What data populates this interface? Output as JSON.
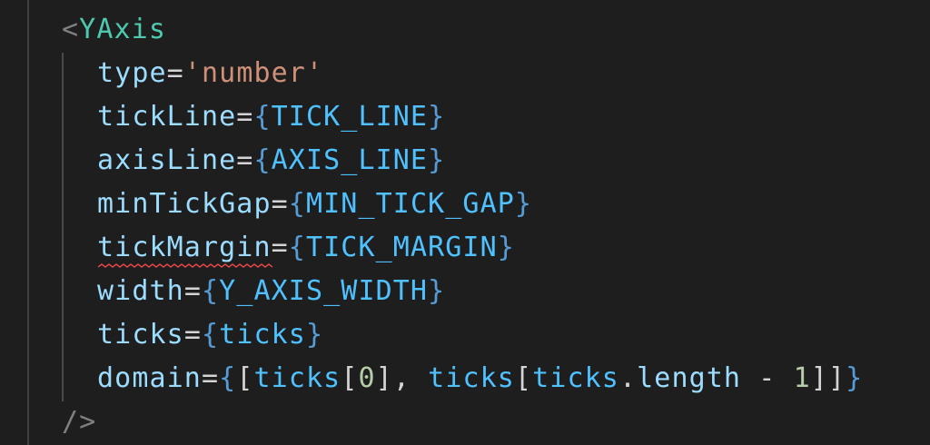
{
  "editor": {
    "theme": {
      "background": "#1e1e1e",
      "tag_color": "#4ec9b0",
      "attribute_color": "#9cdcfe",
      "string_color": "#ce9178",
      "brace_color": "#569cd6",
      "constant_color": "#4fc1ff",
      "number_color": "#b5cea8",
      "punctuation_color": "#808080",
      "error_squiggle_color": "#f14c4c"
    },
    "lines": [
      {
        "tokens": {
          "open": "<",
          "tag": "YAxis"
        }
      },
      {
        "tokens": {
          "attr": "type",
          "eq": "=",
          "value": "'number'"
        }
      },
      {
        "tokens": {
          "attr": "tickLine",
          "eq": "=",
          "lbrace": "{",
          "value": "TICK_LINE",
          "rbrace": "}"
        }
      },
      {
        "tokens": {
          "attr": "axisLine",
          "eq": "=",
          "lbrace": "{",
          "value": "AXIS_LINE",
          "rbrace": "}"
        }
      },
      {
        "tokens": {
          "attr": "minTickGap",
          "eq": "=",
          "lbrace": "{",
          "value": "MIN_TICK_GAP",
          "rbrace": "}"
        }
      },
      {
        "tokens": {
          "attr": "tickMargin",
          "eq": "=",
          "lbrace": "{",
          "value": "TICK_MARGIN",
          "rbrace": "}"
        },
        "spell_error": true
      },
      {
        "tokens": {
          "attr": "width",
          "eq": "=",
          "lbrace": "{",
          "value": "Y_AXIS_WIDTH",
          "rbrace": "}"
        }
      },
      {
        "tokens": {
          "attr": "ticks",
          "eq": "=",
          "lbrace": "{",
          "value": "ticks",
          "rbrace": "}"
        }
      },
      {
        "tokens": {
          "attr": "domain",
          "eq": "=",
          "lbrace": "{",
          "lbracket": "[",
          "v1": "ticks",
          "b1": "[",
          "n1": "0",
          "b2": "]",
          "comma": ", ",
          "v2": "ticks",
          "b3": "[",
          "v3": "ticks",
          "dot": ".",
          "prop": "length",
          "minus": " - ",
          "n2": "1",
          "b4": "]",
          "rbracket": "]",
          "rbrace": "}"
        }
      },
      {
        "tokens": {
          "close": "/>"
        }
      }
    ]
  }
}
